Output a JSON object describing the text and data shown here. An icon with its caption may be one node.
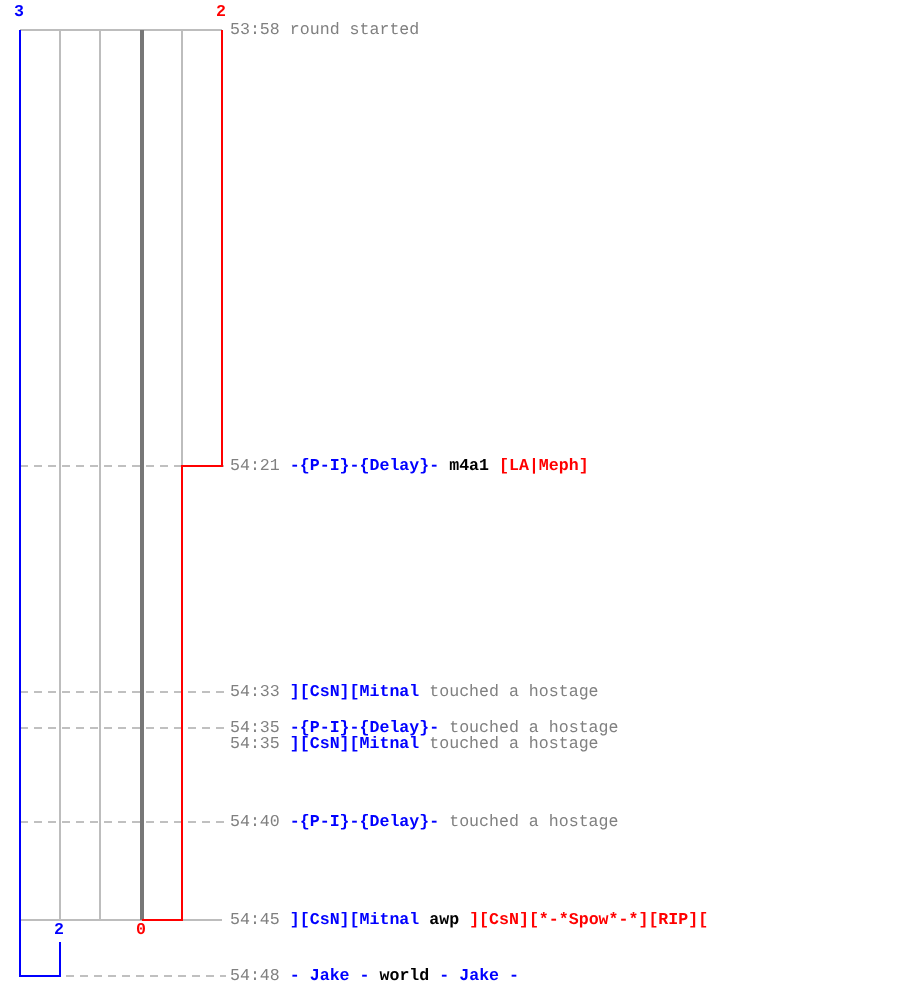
{
  "diagram": {
    "labels": [
      "3",
      "2",
      "53:58",
      "round started",
      "54:21",
      "-{P-I}-{Delay}-",
      "m4a1",
      "[LA|Meph]",
      "54:33",
      "][CsN][Mitnal",
      "touched a hostage",
      "54:35",
      "-{P-I}-{Delay}-",
      "touched a hostage",
      "54:35",
      "][CsN][Mitnal",
      "touched a hostage",
      "54:40",
      "-{P-I}-{Delay}-",
      "touched a hostage",
      "2",
      "0",
      "54:45",
      "][CsN][Mitnal",
      "awp",
      "][CsN][*-*Spow*-*][RIP][",
      "54:48",
      "- Jake -",
      "world",
      "- Jake -"
    ]
  }
}
